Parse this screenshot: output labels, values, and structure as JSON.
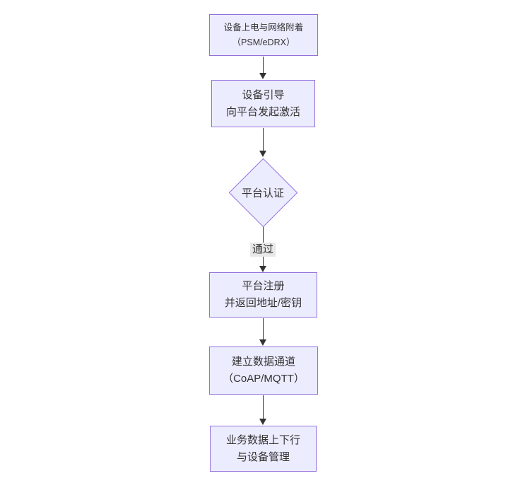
{
  "diagram": {
    "type": "flowchart",
    "direction": "top-down",
    "colors": {
      "background": "#ffffff",
      "node_fill": "#ECECFF",
      "node_border": "#9370DB",
      "text": "#333333",
      "arrow": "#333333",
      "edge_label_bg": "#e8e8e8"
    },
    "nodes": {
      "power_attach": {
        "shape": "rect",
        "line1": "设备上电与网络附着",
        "line2": "（PSM/eDRX）"
      },
      "bootstrap": {
        "shape": "rect",
        "line1": "设备引导",
        "line2": "向平台发起激活"
      },
      "auth": {
        "shape": "diamond",
        "label": "平台认证"
      },
      "register": {
        "shape": "rect",
        "line1": "平台注册",
        "line2": "并返回地址/密钥"
      },
      "channel": {
        "shape": "rect",
        "line1": "建立数据通道",
        "line2": "（CoAP/MQTT）"
      },
      "business": {
        "shape": "rect",
        "line1": "业务数据上下行",
        "line2": "与设备管理"
      }
    },
    "edges": [
      {
        "from": "power_attach",
        "to": "bootstrap",
        "label": ""
      },
      {
        "from": "bootstrap",
        "to": "auth",
        "label": ""
      },
      {
        "from": "auth",
        "to": "register",
        "label": "通过"
      },
      {
        "from": "register",
        "to": "channel",
        "label": ""
      },
      {
        "from": "channel",
        "to": "business",
        "label": ""
      }
    ],
    "pass_label": "通过"
  }
}
